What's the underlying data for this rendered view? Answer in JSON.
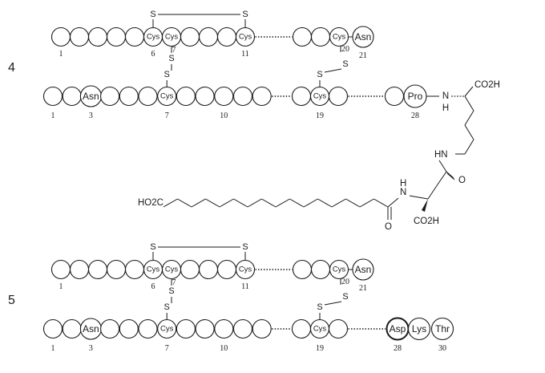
{
  "compounds": [
    {
      "number": "4",
      "a_chain": {
        "labels": {
          "cys": "Cys",
          "asn": "Asn"
        },
        "numbers": [
          "1",
          "6",
          "7",
          "11",
          "20",
          "21"
        ]
      },
      "b_chain": {
        "labels": {
          "asn": "Asn",
          "cys": "Cys",
          "pro": "Pro"
        },
        "numbers": [
          "1",
          "3",
          "7",
          "10",
          "19",
          "28"
        ]
      },
      "disulfide_atom": "S"
    },
    {
      "number": "5",
      "a_chain": {
        "labels": {
          "cys": "Cys",
          "asn": "Asn"
        },
        "numbers": [
          "1",
          "6",
          "7",
          "11",
          "20",
          "21"
        ]
      },
      "b_chain": {
        "labels": {
          "asn": "Asn",
          "cys": "Cys",
          "asp": "Asp",
          "lys": "Lys",
          "thr": "Thr"
        },
        "numbers": [
          "1",
          "3",
          "7",
          "10",
          "19",
          "28",
          "30"
        ]
      },
      "disulfide_atom": "S"
    }
  ],
  "side_chain": {
    "nh_n": "N",
    "nh_h": "H",
    "co2h_top": "CO2H",
    "hn": "HN",
    "o1": "O",
    "o2": "O",
    "nh2": "N",
    "nh2_h": "H",
    "ho2c": "HO2C",
    "co2h_bottom": "CO2H"
  }
}
